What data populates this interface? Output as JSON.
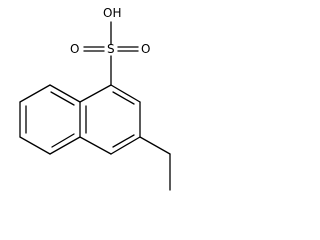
{
  "molecule": {
    "atoms": {
      "hydroxyl": "OH",
      "sulfur": "S",
      "oxygen_left": "O",
      "oxygen_right": "O"
    },
    "colors": {
      "bond": "#000000",
      "label": "#000000",
      "background": "#ffffff"
    }
  }
}
